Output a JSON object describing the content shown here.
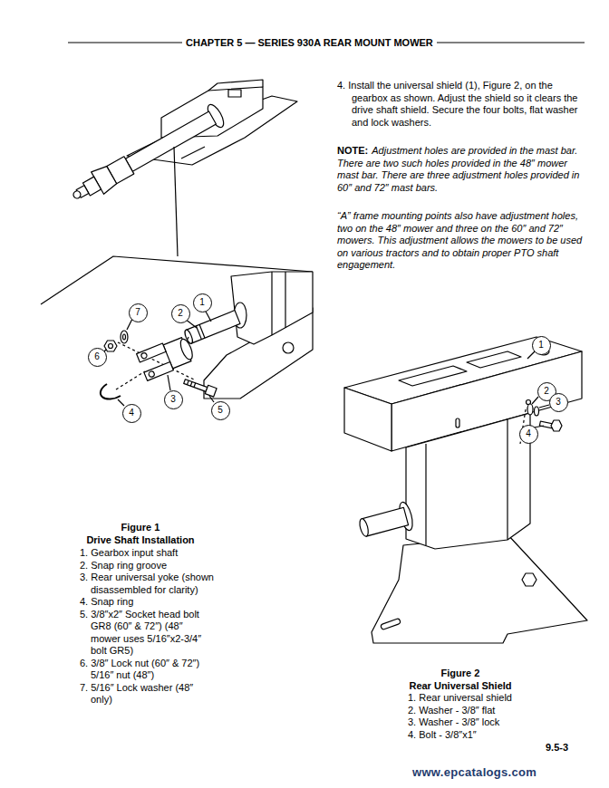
{
  "diagram": {
    "title": "CHAPTER 5 — SERIES 930A REAR MOUNT MOWER",
    "nodes": [
      {
        "text": [
          "1"
        ]
      },
      {
        "text": [
          "2"
        ]
      },
      {
        "text": [
          "3"
        ]
      },
      {
        "text": [
          "4"
        ]
      },
      {
        "text": [
          "5"
        ]
      },
      {
        "text": [
          "6"
        ]
      },
      {
        "text": [
          "7"
        ]
      },
      {
        "text": [
          "1"
        ]
      },
      {
        "text": [
          "2"
        ]
      },
      {
        "text": [
          "3"
        ]
      },
      {
        "text": [
          "4"
        ]
      }
    ],
    "labels": [
      "4. Install the universal shield (1), Figure 2, on the gearbox as shown. Adjust the shield so it clears the drive shaft shield. Secure the four bolts, flat washer and lock washers.",
      "NOTE:",
      "Adjustment holes are provided in the mast bar. There are two such holes provided in the 48″ mower mast bar. There are three adjustment holes provided in 60″ and 72″ mast bars.",
      "“A” frame mounting points also have adjustment holes, two on the 48″ mower and three on the 60″ and 72″ mowers. This adjustment allows the mowers to be used on various tractors and to obtain proper PTO shaft engagement.",
      "Figure 1",
      "Drive Shaft Installation",
      "1. Gearbox input shaft",
      "2. Snap ring groove",
      "3. Rear universal yoke (shown disassembled for clarity)",
      "4. Snap ring",
      "5. 3/8″x2″ Socket head bolt GR8 (60″ & 72″) (48″ mower uses 5/16″x2-3/4″ bolt GR5)",
      "6. 3/8″ Lock nut (60″ & 72″) 5/16″ nut (48″)",
      "7. 5/16″ Lock washer (48″ only)",
      "Figure 2",
      "Rear Universal Shield",
      "1. Rear universal shield",
      "2. Washer - 3/8″ flat",
      "3. Washer - 3/8″ lock",
      "4. Bolt - 3/8″x1″",
      "9.5-3",
      "www.epcatalogs.com"
    ]
  }
}
